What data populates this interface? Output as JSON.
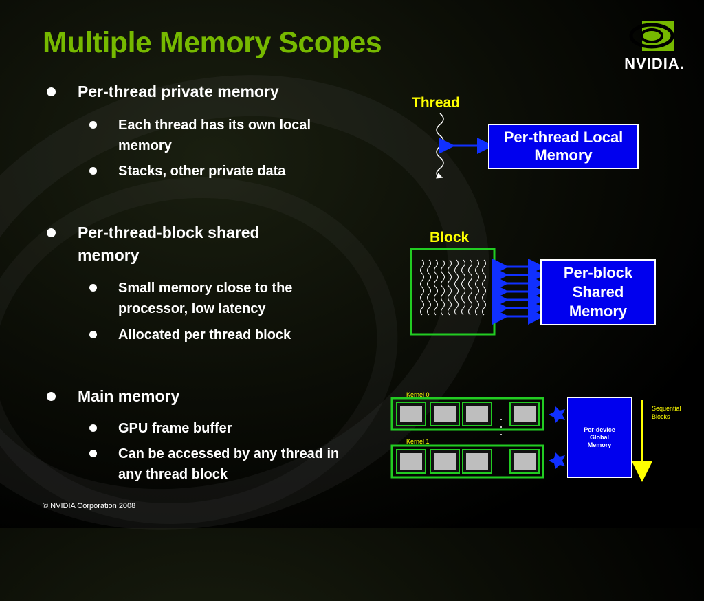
{
  "title": "Multiple Memory Scopes",
  "logo": {
    "text": "NVIDIA."
  },
  "bullets": [
    {
      "text": "Per-thread private memory",
      "sub": [
        "Each thread has its own local memory",
        "Stacks, other private data"
      ]
    },
    {
      "text": "Per-thread-block shared memory",
      "sub": [
        "Small memory close to the processor, low latency",
        "Allocated per thread block"
      ]
    },
    {
      "text": "Main memory",
      "sub": [
        "GPU frame buffer",
        "Can be accessed by any thread in any thread block"
      ]
    }
  ],
  "diagram": {
    "thread_label": "Thread",
    "per_thread_memory": "Per-thread Local Memory",
    "block_label": "Block",
    "per_block_memory": "Per-block Shared Memory",
    "kernel0_label": "Kernel 0",
    "kernel1_label": "Kernel 1",
    "global_memory": "Per-device Global Memory",
    "sequential_label": "Sequential Blocks",
    "ellipsis": ". . ."
  },
  "footer": {
    "copyright": "© NVIDIA Corporation 2008"
  },
  "colors": {
    "title_green": "#76b900",
    "label_yellow": "#ffff00",
    "memory_blue": "#0000ee",
    "block_green": "#22cc22"
  }
}
